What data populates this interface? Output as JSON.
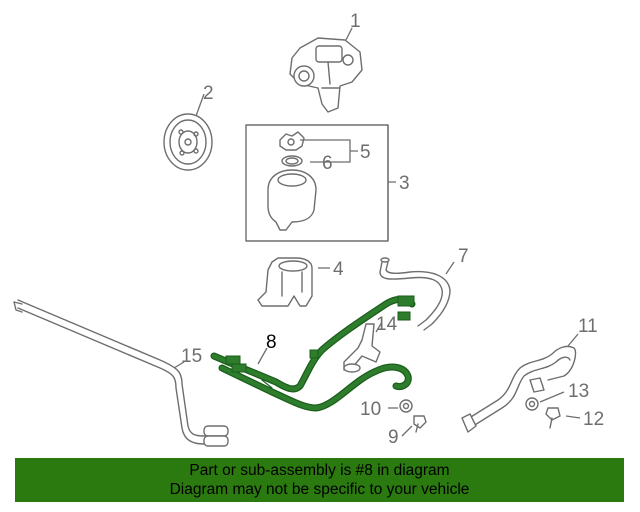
{
  "diagram": {
    "callouts": [
      {
        "id": "1",
        "label": "1"
      },
      {
        "id": "2",
        "label": "2"
      },
      {
        "id": "3",
        "label": "3"
      },
      {
        "id": "4",
        "label": "4"
      },
      {
        "id": "5",
        "label": "5"
      },
      {
        "id": "6",
        "label": "6"
      },
      {
        "id": "7",
        "label": "7"
      },
      {
        "id": "8",
        "label": "8",
        "highlighted": true
      },
      {
        "id": "9",
        "label": "9"
      },
      {
        "id": "10",
        "label": "10"
      },
      {
        "id": "11",
        "label": "11"
      },
      {
        "id": "12",
        "label": "12"
      },
      {
        "id": "13",
        "label": "13"
      },
      {
        "id": "14",
        "label": "14"
      },
      {
        "id": "15",
        "label": "15"
      }
    ],
    "colors": {
      "line": "#6e6e6e",
      "highlight_part": "#2d7d2d",
      "highlight_outline": "#1a5e1a",
      "banner": "#2a7a10"
    }
  },
  "banner": {
    "line1": "Part or sub-assembly is #8 in diagram",
    "line2": "Diagram may not be specific to your vehicle"
  }
}
